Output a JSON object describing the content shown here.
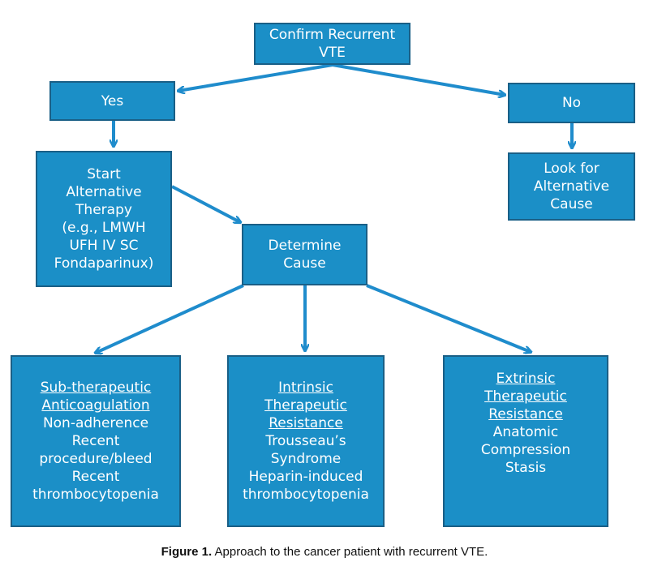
{
  "nodes": {
    "confirm": {
      "lines": [
        "Confirm Recurrent",
        "VTE"
      ]
    },
    "yes": {
      "lines": [
        "Yes"
      ]
    },
    "no": {
      "lines": [
        "No"
      ]
    },
    "start_therapy": {
      "lines": [
        "Start",
        "Alternative",
        "Therapy",
        "(e.g., LMWH",
        "UFH IV SC",
        "Fondaparinux)"
      ]
    },
    "look_for": {
      "lines": [
        "Look for",
        "Alternative",
        "Cause"
      ]
    },
    "determine": {
      "lines": [
        "Determine",
        "Cause"
      ]
    },
    "subtherapeutic": {
      "heading": [
        "Sub-therapeutic",
        "Anticoagulation"
      ],
      "items": [
        "Non-adherence",
        "Recent",
        "procedure/bleed",
        "Recent",
        "thrombocytopenia"
      ]
    },
    "intrinsic": {
      "heading": [
        "Intrinsic",
        "Therapeutic",
        "Resistance"
      ],
      "items": [
        "Trousseau’s",
        "Syndrome",
        "Heparin-induced",
        "thrombocytopenia"
      ]
    },
    "extrinsic": {
      "heading": [
        "Extrinsic",
        "Therapeutic",
        "Resistance"
      ],
      "items": [
        "Anatomic",
        "Compression",
        "Stasis"
      ]
    }
  },
  "caption": {
    "label": "Figure 1.",
    "text": "Approach to the cancer patient with recurrent VTE."
  },
  "colors": {
    "box_fill": "#1b8fc7",
    "box_border": "#1a5f86",
    "arrow": "#1f8ccc"
  }
}
